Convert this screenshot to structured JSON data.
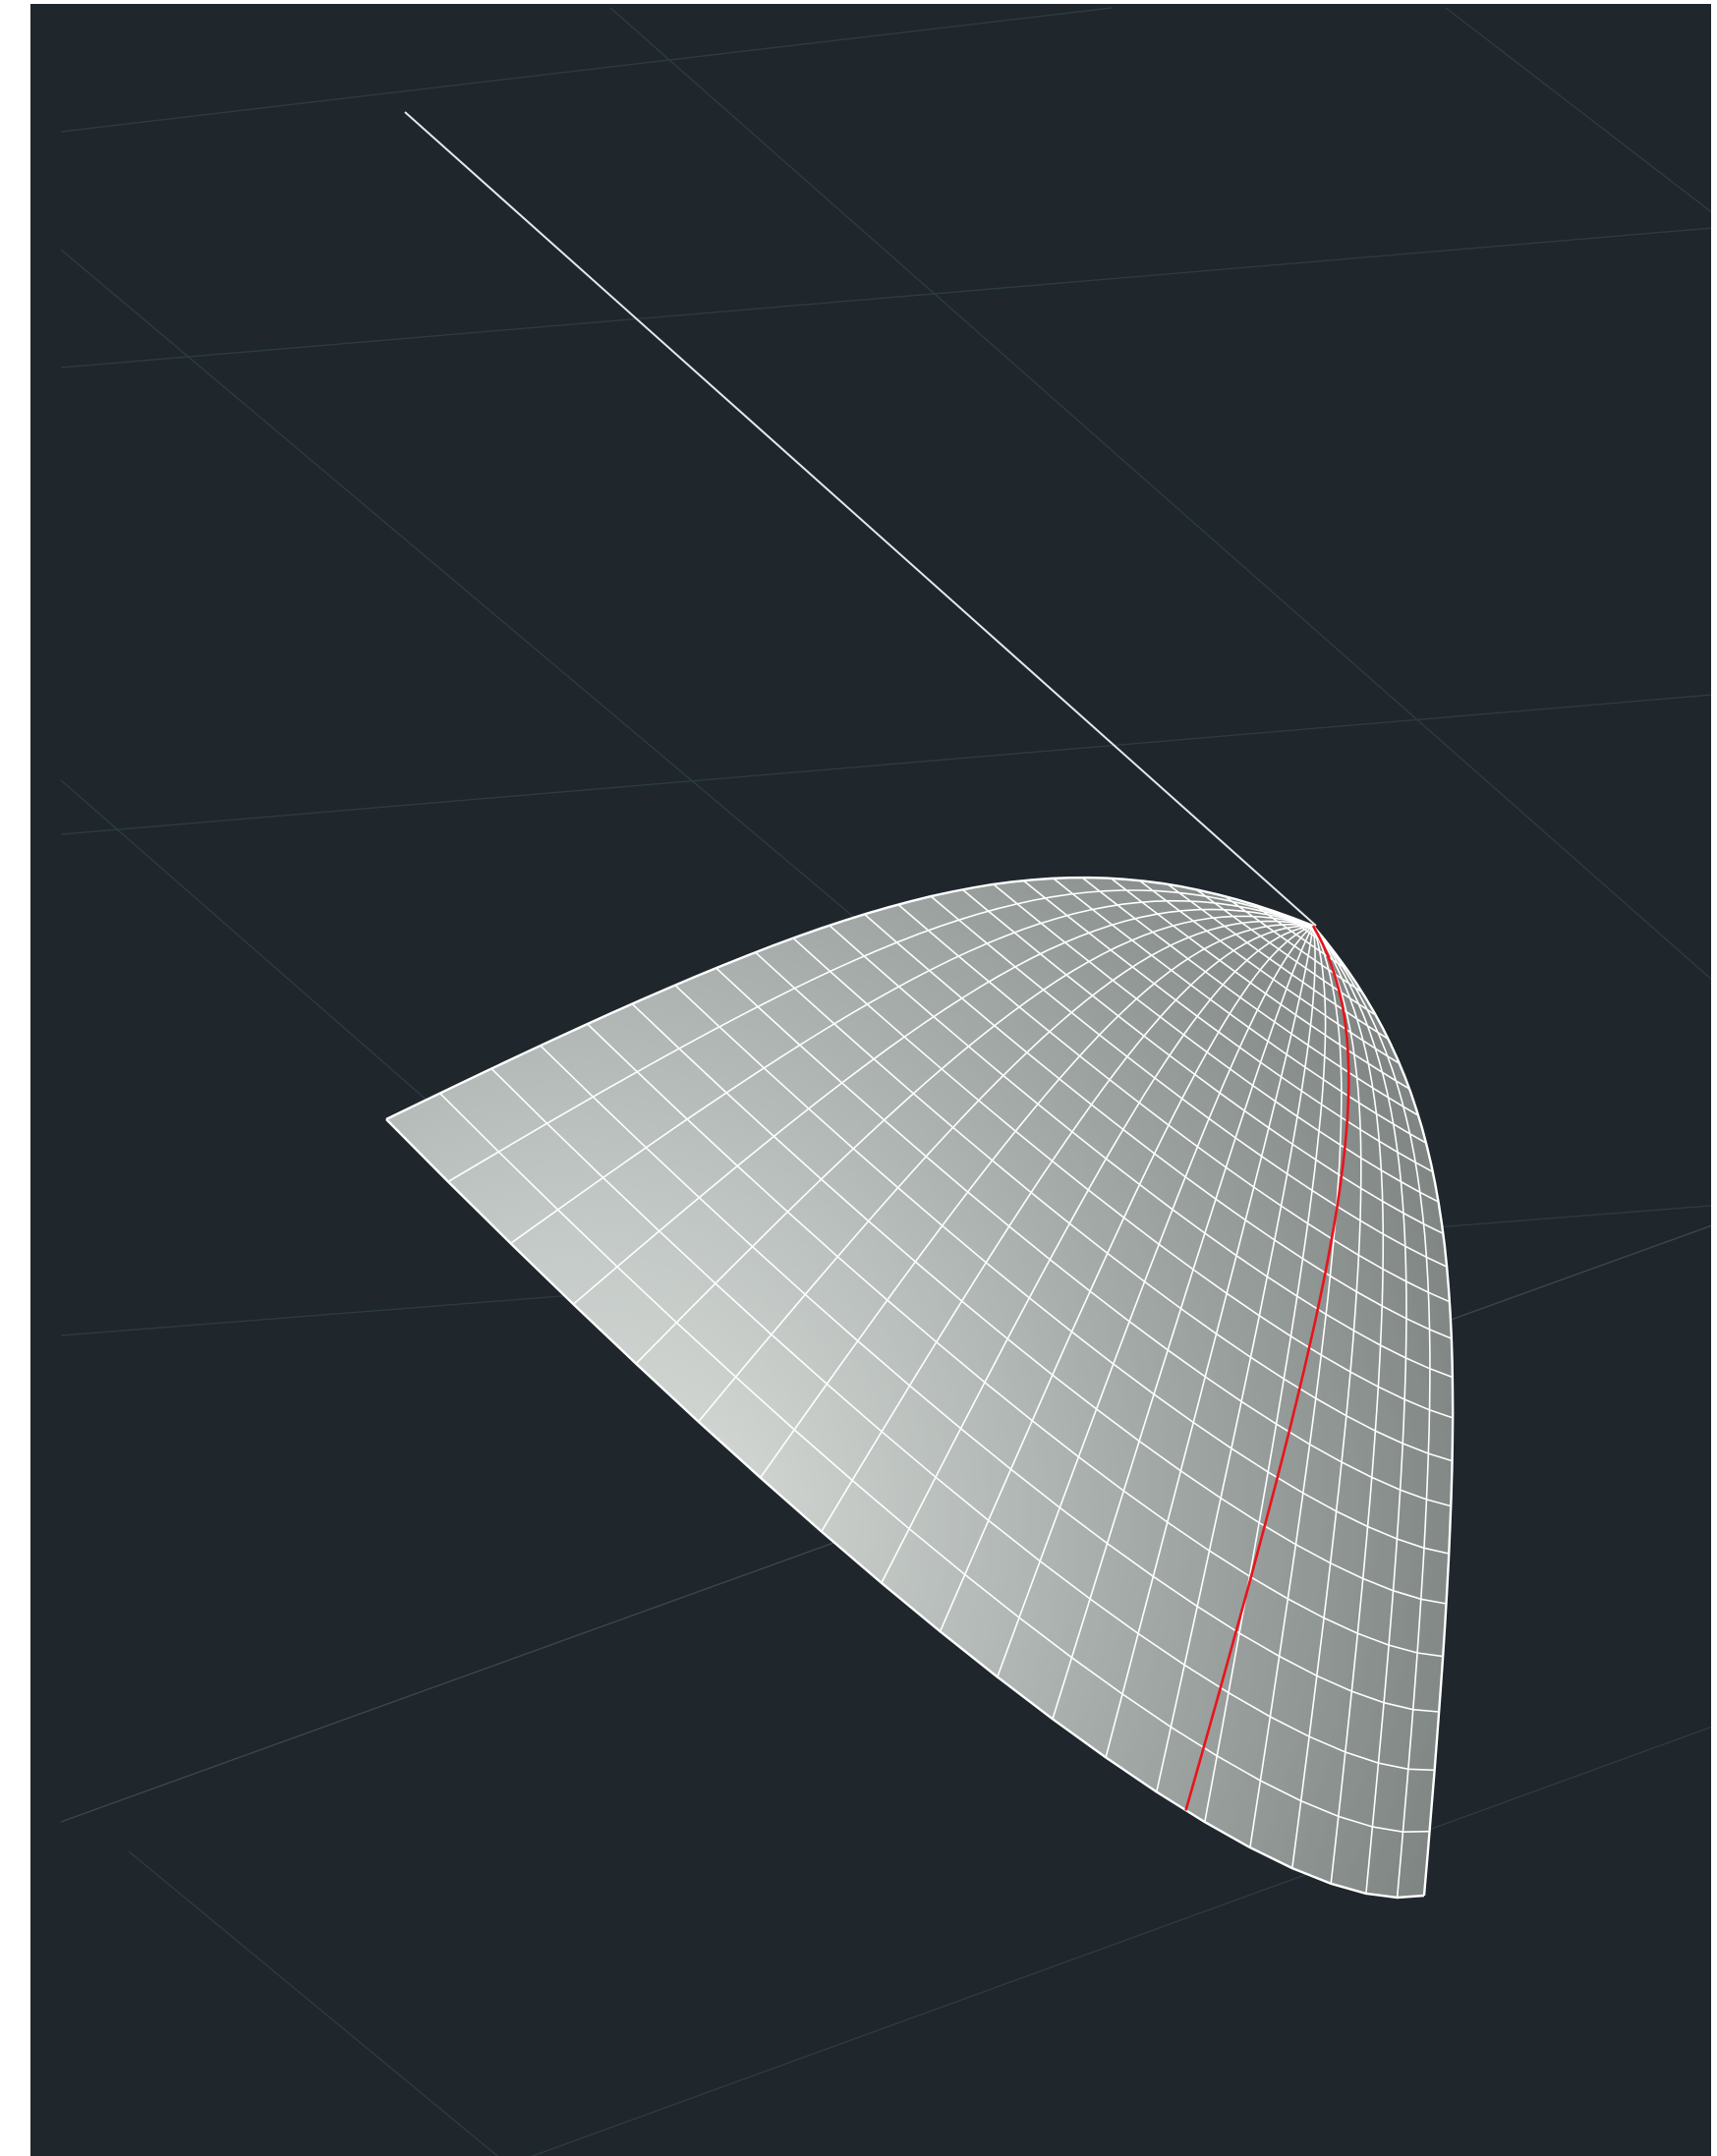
{
  "viewport": {
    "background_color": "#1f262c",
    "grid_color": "#2c3b42",
    "surface_line_color": "#ffffff",
    "highlight_curve_color": "#e8141b",
    "axis_line_color": "#e6e9ea"
  },
  "model": {
    "object": "paraboloid-surface-mesh",
    "segments_radial": 20,
    "segments_profile": 26,
    "highlighted_generatrix": 1
  }
}
